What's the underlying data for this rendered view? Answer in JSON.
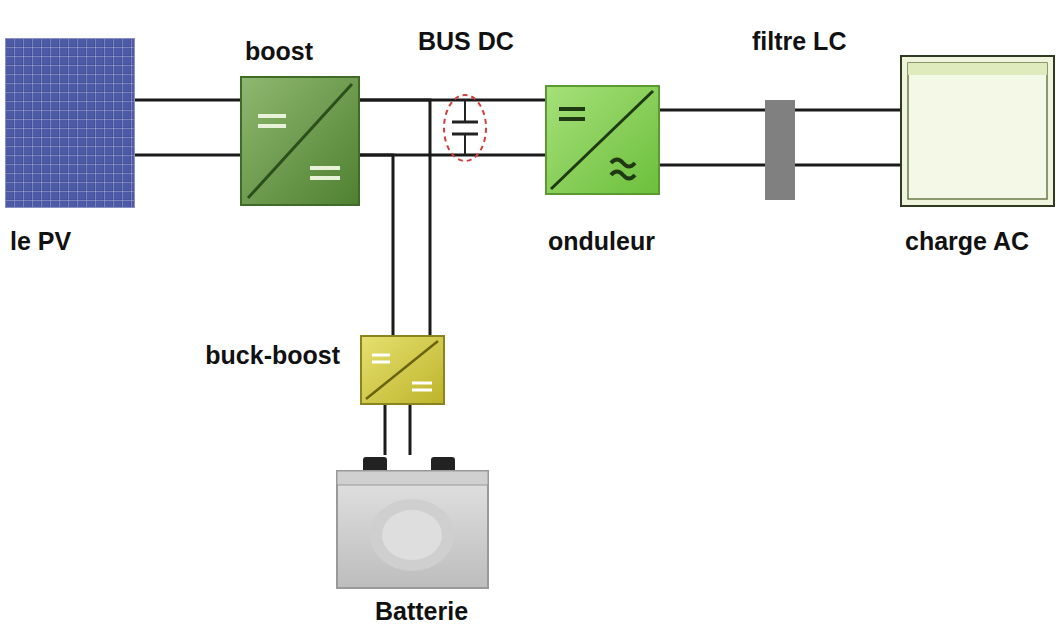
{
  "diagram": {
    "nodes": [
      {
        "text": [
          "le PV"
        ]
      },
      {
        "text": [
          "boost"
        ]
      },
      {
        "text": [
          "onduleur"
        ]
      },
      {
        "text": [
          "filtre LC"
        ]
      },
      {
        "text": [
          "charge AC"
        ]
      },
      {
        "text": [
          "buck-boost"
        ]
      },
      {
        "text": [
          "Batterie"
        ]
      }
    ],
    "edges": [
      {
        "from": 0,
        "to": 1,
        "arrow": "none"
      },
      {
        "from": 1,
        "to": 2,
        "arrow": "none"
      },
      {
        "from": 2,
        "to": 3,
        "arrow": "none"
      },
      {
        "from": 3,
        "to": 4,
        "arrow": "none"
      },
      {
        "from": 1,
        "to": 5,
        "arrow": "none"
      },
      {
        "from": 5,
        "to": 6,
        "arrow": "none"
      }
    ],
    "labels": [
      "BUS DC"
    ]
  }
}
